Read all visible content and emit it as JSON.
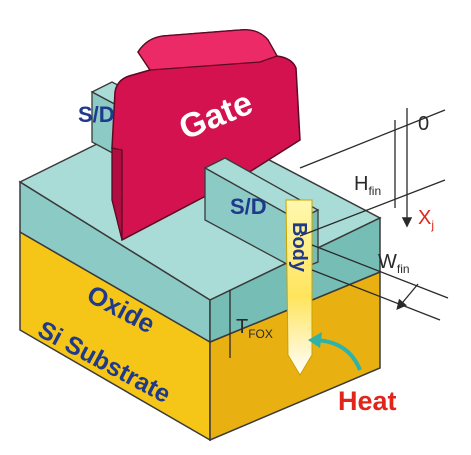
{
  "labels": {
    "sd_back": "S/D",
    "gate": "Gate",
    "sd_front": "S/D",
    "body": "Body",
    "oxide": "Oxide",
    "substrate": "Si Substrate",
    "heat": "Heat",
    "zero": "0",
    "h_fin_main": "H",
    "h_fin_sub": "fin",
    "x_j_main": "X",
    "x_j_sub": "j",
    "w_fin_main": "W",
    "w_fin_sub": "fin",
    "t_fox_main": "T",
    "t_fox_sub": "FOX"
  },
  "colors": {
    "gate": "#e0185a",
    "fin": "#8ecdc8",
    "substrate": "#f2c21b",
    "text_blue": "#1f3a8a",
    "heat_red": "#e1251b"
  }
}
